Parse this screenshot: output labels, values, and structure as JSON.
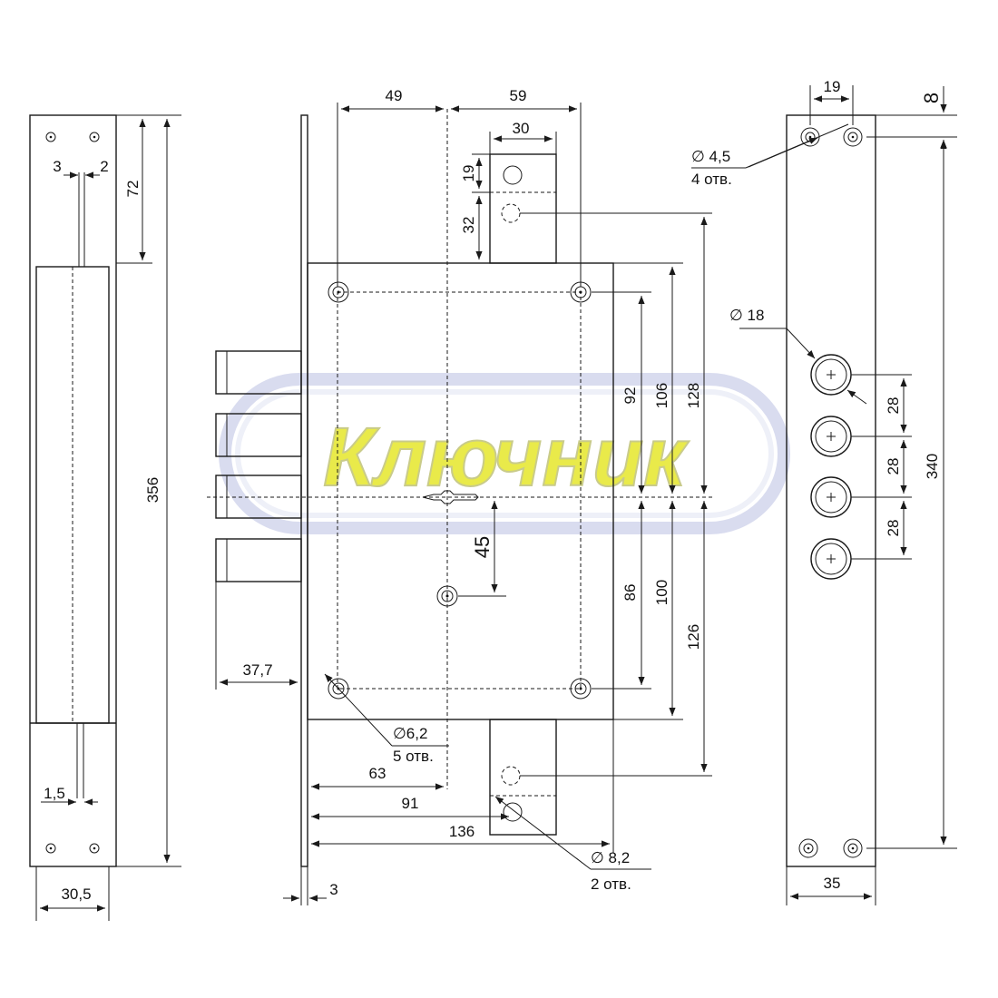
{
  "watermark": {
    "text": "Ключник",
    "fill": "#e9ea4a",
    "oval_stroke": "#d9dcef"
  },
  "left_strike": {
    "dims": {
      "w3": "3",
      "w2": "2",
      "h72": "72",
      "h356": "356",
      "w1_5": "1,5",
      "w30_5": "30,5"
    }
  },
  "lock_body": {
    "dims": {
      "d49": "49",
      "d59": "59",
      "d30": "30",
      "d19": "19",
      "d32": "32",
      "d92": "92",
      "d106": "106",
      "d128": "128",
      "d45": "45",
      "d86": "86",
      "d100": "100",
      "d126": "126",
      "d37_7": "37,7",
      "d63": "63",
      "d91": "91",
      "d136": "136",
      "d3": "3"
    },
    "hole_note_1": {
      "dia": "∅6,2",
      "count": "5 отв."
    },
    "hole_note_2": {
      "dia": "∅ 8,2",
      "count": "2 отв."
    }
  },
  "right_strike": {
    "dims": {
      "d19": "19",
      "d8": "8",
      "d18": "∅ 18",
      "d28a": "28",
      "d28b": "28",
      "d28c": "28",
      "d340": "340",
      "d35": "35"
    },
    "hole_note": {
      "dia": "∅ 4,5",
      "count": "4 отв."
    }
  }
}
